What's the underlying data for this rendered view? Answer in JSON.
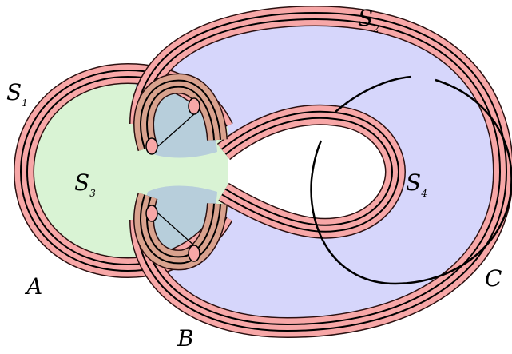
{
  "labels": {
    "S1": {
      "base": "S",
      "sub": "1"
    },
    "S2": {
      "base": "S",
      "sub": "2"
    },
    "S3": {
      "base": "S",
      "sub": "3"
    },
    "S4": {
      "base": "S",
      "sub": "4"
    },
    "A": "A",
    "B": "B",
    "C": "C"
  },
  "colors": {
    "band": "#f7a7a7",
    "band_edge": "#2a1010",
    "curve": "#000000",
    "S3_fill": "#d9f3d4",
    "S4_fill": "#d6d6fb",
    "overlap_fill": "#b7cedb",
    "clasp_band": "#d9a28e"
  }
}
